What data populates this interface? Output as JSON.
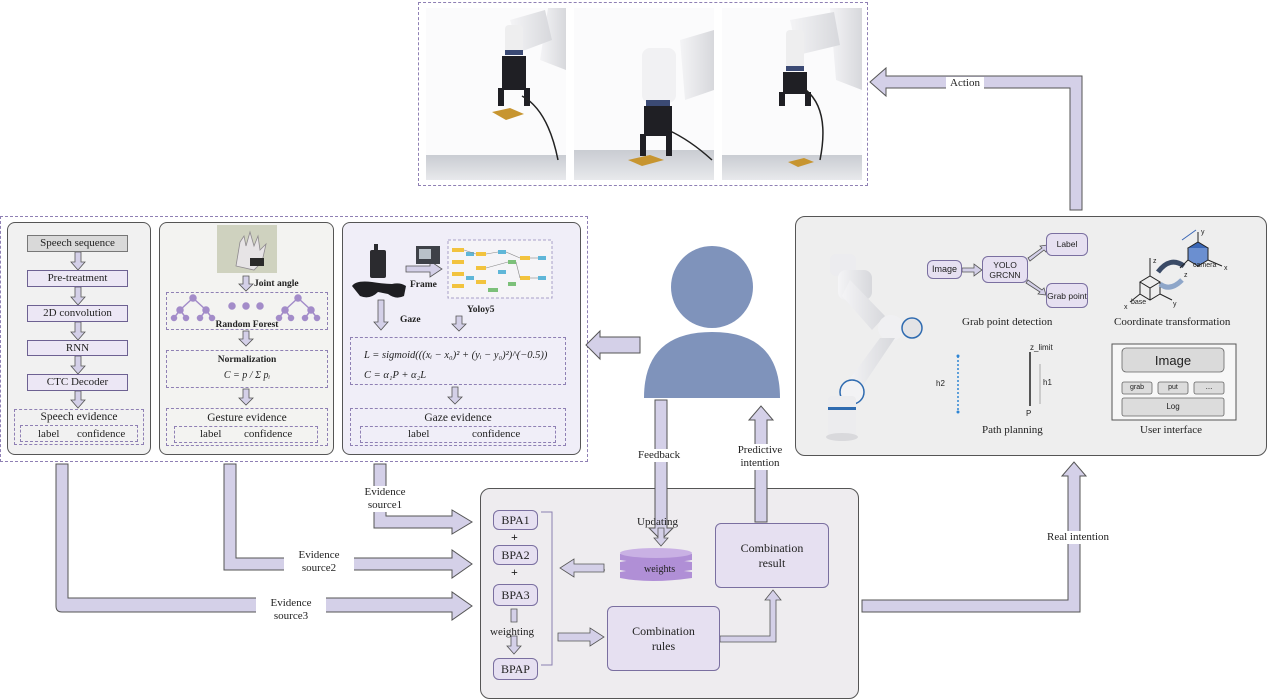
{
  "top": {
    "action": "Action"
  },
  "speech": {
    "title": "Speech sequence",
    "steps": [
      "Pre-treatment",
      "2D convolution",
      "RNN",
      "CTC Decoder"
    ],
    "evidence": "Speech evidence",
    "label": "label",
    "confidence": "confidence"
  },
  "gesture": {
    "joint_angle": "Joint angle",
    "random_forest": "Random Forest",
    "normalization": "Normalization",
    "formula": "C = p / Σ pᵢ",
    "evidence": "Gesture evidence",
    "label": "label",
    "confidence": "confidence"
  },
  "gaze": {
    "frame": "Frame",
    "gaze": "Gaze",
    "yolo": "Yoloy5",
    "formula1": "L = sigmoid(((xᵢ − x₀)² + (yᵢ − y₀)²)^(−0.5))",
    "formula2": "C = α₁P + α₂L",
    "evidence": "Gaze evidence",
    "label": "label",
    "confidence": "confidence"
  },
  "flow": {
    "feedback": "Feedback",
    "predictive": "Predictive intention",
    "updating": "Updating",
    "real_intention": "Real intention",
    "evidence_source1": "Evidence source1",
    "evidence_source2": "Evidence source2",
    "evidence_source3": "Evidence source3"
  },
  "fusion": {
    "bpa": [
      "BPA1",
      "BPA2",
      "BPA3"
    ],
    "plus": "+",
    "weighting": "weighting",
    "bpap": "BPAP",
    "weights": "weights",
    "combination_result": "Combination result",
    "combination_rules": "Combination rules"
  },
  "robot": {
    "image": "Image",
    "yolo": "YOLO GRCNN",
    "label": "Label",
    "grab_point": "Grab point",
    "grab_detection": "Grab point detection",
    "z_axis": "z",
    "y_axis": "y",
    "x_axis": "x",
    "camera": "camera",
    "base": "base",
    "coord_transform": "Coordinate transformation",
    "z_limit": "z_limit",
    "h1": "h1",
    "h2": "h2",
    "p": "P",
    "path_planning": "Path planning",
    "ui_image": "Image",
    "ui_grab": "grab",
    "ui_put": "put",
    "ui_more": "...",
    "ui_log": "Log",
    "user_interface": "User interface"
  },
  "colors": {
    "arrow_fill": "#d4d0e8",
    "arrow_stroke": "#555555",
    "panel_gray": "#f1f1f1",
    "panel_lilac": "#f0eef8",
    "person": "#7f93bb"
  }
}
